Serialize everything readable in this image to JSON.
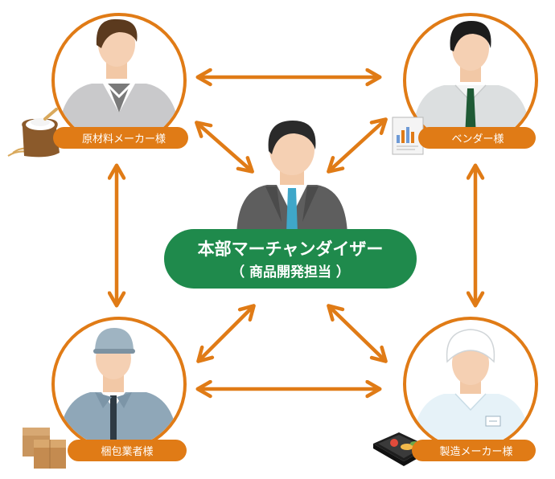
{
  "colors": {
    "accent": "#E07B16",
    "center_fill": "#1F8A4C",
    "white": "#FFFFFF"
  },
  "center": {
    "title": "本部マーチャンダイザー",
    "subtitle": "（ 商品開発担当 ）"
  },
  "nodes": {
    "raw_material": {
      "label": "原材料メーカー様",
      "icon": "flour-sack-icon"
    },
    "vendor": {
      "label": "ベンダー様",
      "icon": "report-chart-icon"
    },
    "packaging": {
      "label": "梱包業者様",
      "icon": "cardboard-boxes-icon"
    },
    "manufacturer": {
      "label": "製造メーカー様",
      "icon": "bento-box-icon"
    }
  }
}
